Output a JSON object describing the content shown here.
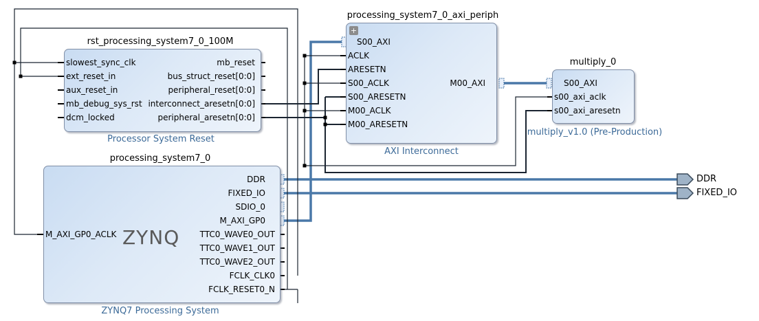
{
  "blocks": {
    "rst": {
      "name": "rst_processing_system7_0_100M",
      "subtitle": "Processor System Reset",
      "left_ports": [
        "slowest_sync_clk",
        "ext_reset_in",
        "aux_reset_in",
        "mb_debug_sys_rst",
        "dcm_locked"
      ],
      "right_ports": [
        "mb_reset",
        "bus_struct_reset[0:0]",
        "peripheral_reset[0:0]",
        "interconnect_aresetn[0:0]",
        "peripheral_aresetn[0:0]"
      ]
    },
    "ps7": {
      "name": "processing_system7_0",
      "subtitle": "ZYNQ7 Processing System",
      "logo": "ZYNQ",
      "left_ports": [
        "M_AXI_GP0_ACLK"
      ],
      "right_ports": [
        "DDR",
        "FIXED_IO",
        "SDIO_0",
        "M_AXI_GP0",
        "TTC0_WAVE0_OUT",
        "TTC0_WAVE1_OUT",
        "TTC0_WAVE2_OUT",
        "FCLK_CLK0",
        "FCLK_RESET0_N"
      ]
    },
    "axi": {
      "name": "processing_system7_0_axi_periph",
      "subtitle": "AXI Interconnect",
      "expand": "+",
      "left_ports": [
        "S00_AXI",
        "ACLK",
        "ARESETN",
        "S00_ACLK",
        "S00_ARESETN",
        "M00_ACLK",
        "M00_ARESETN"
      ],
      "right_ports": [
        "M00_AXI"
      ]
    },
    "mult": {
      "name": "multiply_0",
      "subtitle": "multiply_v1.0 (Pre-Production)",
      "left_ports": [
        "S00_AXI",
        "s00_axi_aclk",
        "s00_axi_aresetn"
      ]
    }
  },
  "external_ports": [
    "DDR",
    "FIXED_IO"
  ],
  "icons": {
    "bus_interface": "plus-icon",
    "crossbar": "crossbar-icon",
    "external_port": "port-arrow-icon"
  },
  "colors": {
    "block_fill": "#d6e4f5",
    "block_border": "#7f8ea6",
    "bus": "#4a78a8",
    "wire": "#1a2430",
    "subtitle": "#3c6a98"
  }
}
